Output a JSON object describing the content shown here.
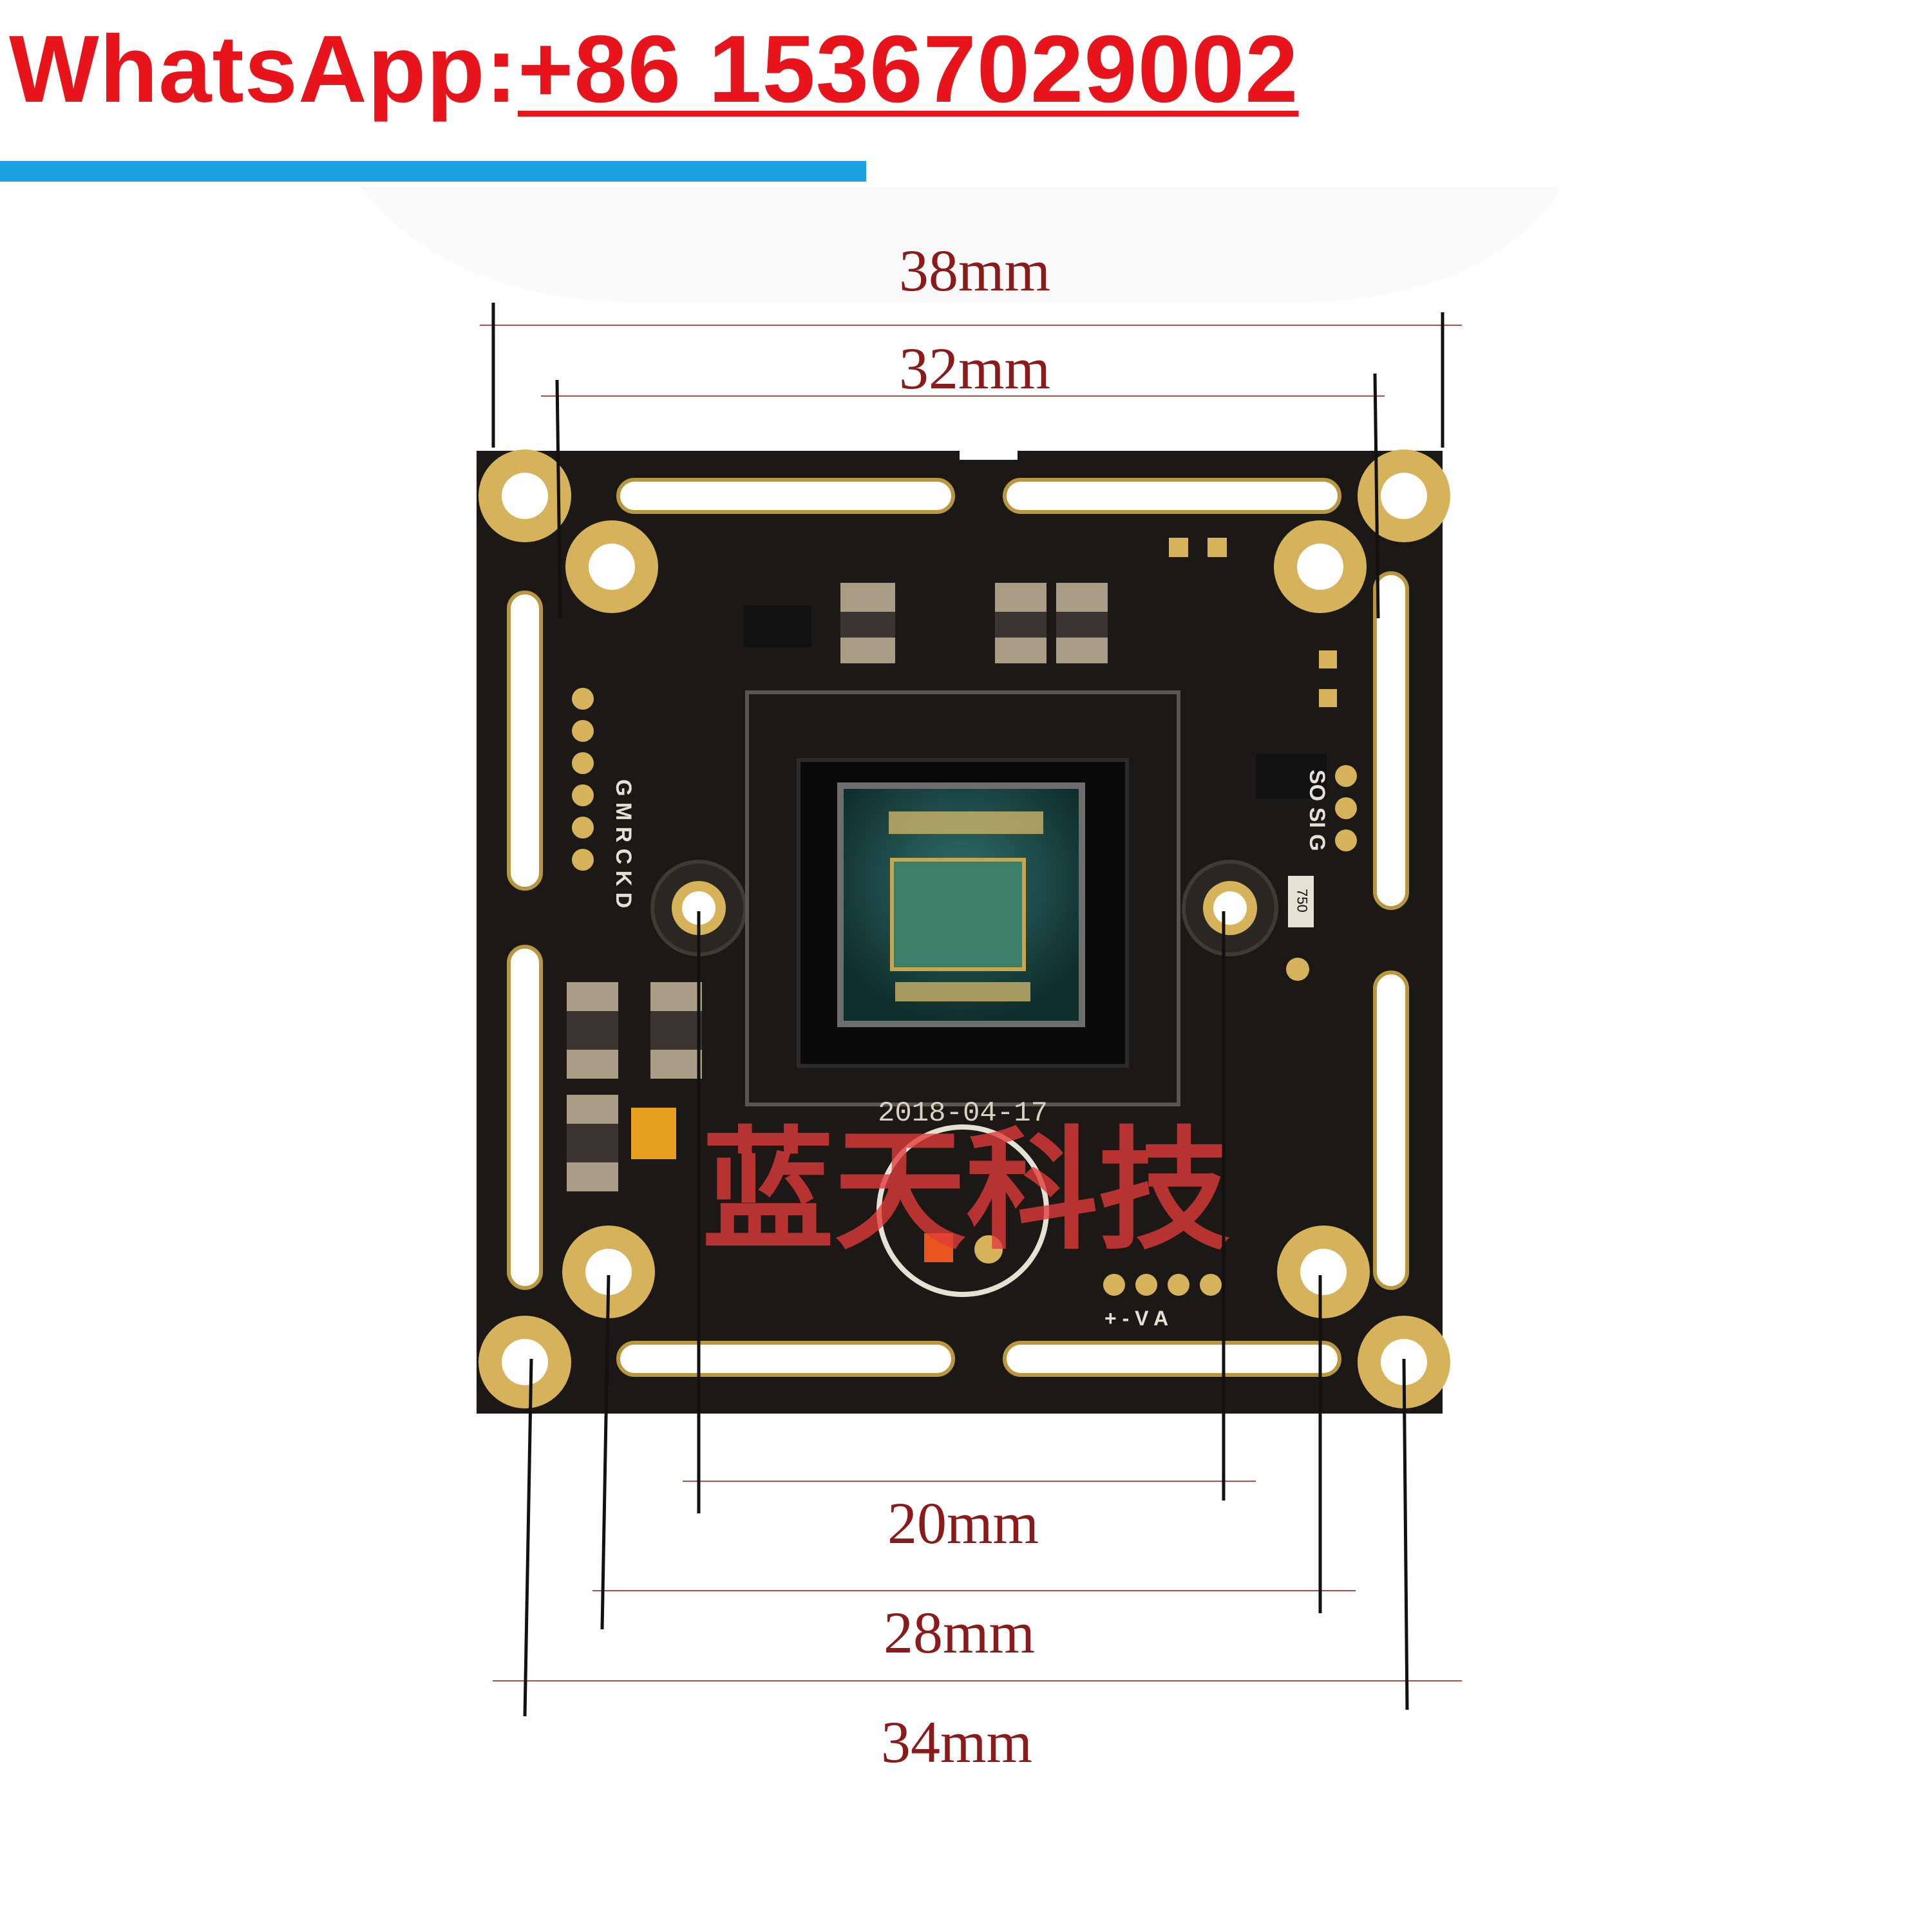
{
  "header": {
    "prefix": "WhatsApp:",
    "phone": "+86 15367029002"
  },
  "board": {
    "date_code": "2018-04-17",
    "watermark": "蓝天科技",
    "pins_left": "G M R C K D",
    "pins_right": "SO SI G",
    "resistor_code": "750",
    "power_pins": "+ - V A"
  },
  "dimensions": {
    "top_outer": "38mm",
    "top_inner": "32mm",
    "bottom_inner": "20mm",
    "bottom_middle": "28mm",
    "bottom_outer": "34mm"
  },
  "colors": {
    "header_red": "#e8141b",
    "accent_blue": "#1ba1e2",
    "pcb_black": "#1b1816",
    "gold": "#d6b35a",
    "dimension_red": "#8b1a1a"
  }
}
